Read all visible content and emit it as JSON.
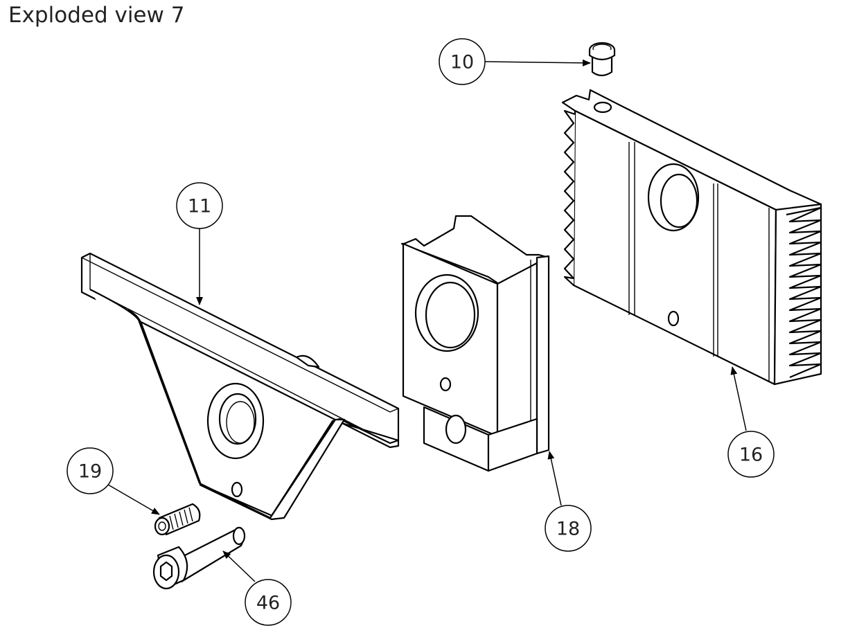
{
  "title": "Exploded view 7",
  "balloons": [
    {
      "id": "b10",
      "label": "10"
    },
    {
      "id": "b11",
      "label": "11"
    },
    {
      "id": "b16",
      "label": "16"
    },
    {
      "id": "b18",
      "label": "18"
    },
    {
      "id": "b19",
      "label": "19"
    },
    {
      "id": "b46",
      "label": "46"
    }
  ]
}
